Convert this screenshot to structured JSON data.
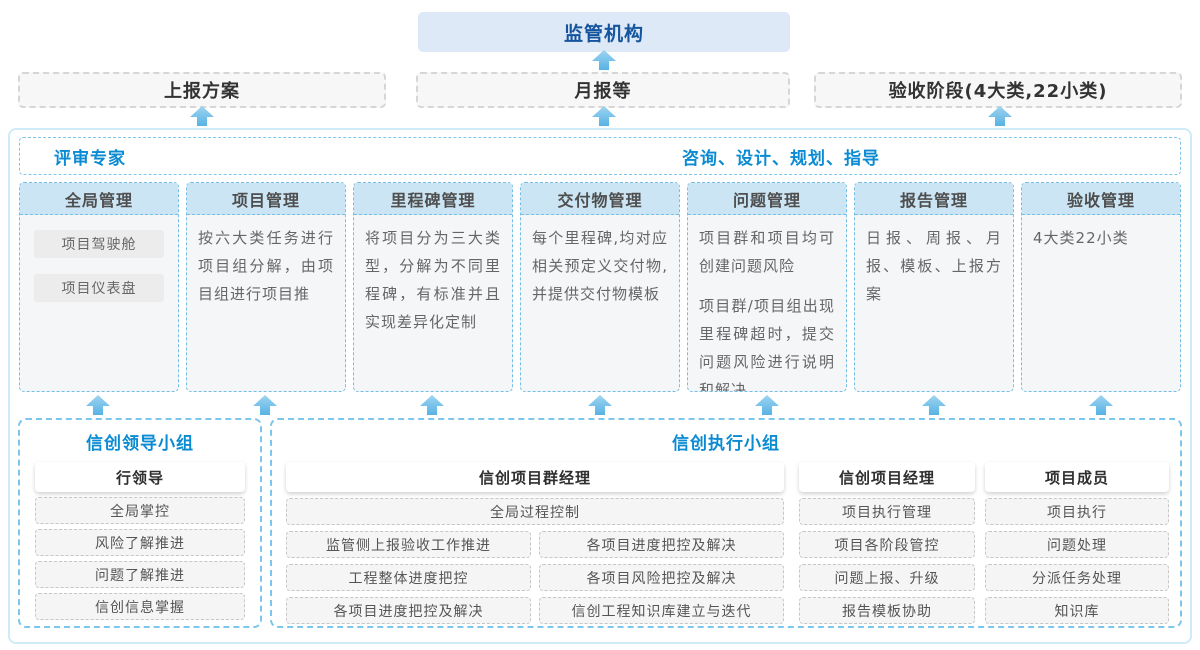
{
  "top": {
    "regulator": "监管机构",
    "channels": [
      "上报方案",
      "月报等",
      "验收阶段(4大类,22小类)"
    ]
  },
  "main": {
    "left_role": "评审专家",
    "right_role": "咨询、设计、规划、指导",
    "columns": [
      {
        "title": "全局管理",
        "pills": [
          "项目驾驶舱",
          "项目仪表盘"
        ]
      },
      {
        "title": "项目管理",
        "paragraphs": [
          "按六大类任务进行项目组分解，由项目组进行项目推"
        ]
      },
      {
        "title": "里程碑管理",
        "paragraphs": [
          "将项目分为三大类型，分解为不同里程碑，有标准并且实现差异化定制"
        ]
      },
      {
        "title": "交付物管理",
        "paragraphs": [
          "每个里程碑,均对应相关预定义交付物,并提供交付物模板"
        ]
      },
      {
        "title": "问题管理",
        "paragraphs": [
          "项目群和项目均可创建问题风险",
          "项目群/项目组出现里程碑超时，提交问题风险进行说明和解决"
        ]
      },
      {
        "title": "报告管理",
        "paragraphs": [
          "日报、周报、月报、模板、上报方案"
        ]
      },
      {
        "title": "验收管理",
        "paragraphs": [
          "4大类22小类"
        ]
      }
    ]
  },
  "bottom": {
    "leader_group": {
      "title": "信创领导小组",
      "role": "行领导",
      "items": [
        "全局掌控",
        "风险了解推进",
        "问题了解推进",
        "信创信息掌握"
      ]
    },
    "exec_group": {
      "title": "信创执行小组",
      "program_manager": {
        "role": "信创项目群经理",
        "full_item": "全局过程控制",
        "left_items": [
          "监管侧上报验收工作推进",
          "工程整体进度把控",
          "各项目进度把控及解决"
        ],
        "right_items": [
          "各项目进度把控及解决",
          "各项目风险把控及解决",
          "信创工程知识库建立与迭代"
        ]
      },
      "project_manager": {
        "role": "信创项目经理",
        "items": [
          "项目执行管理",
          "项目各阶段管控",
          "问题上报、升级",
          "报告模板协助"
        ]
      },
      "member": {
        "role": "项目成员",
        "items": [
          "项目执行",
          "问题处理",
          "分派任务处理",
          "知识库"
        ]
      }
    }
  },
  "colors": {
    "accent_blue": "#0b8bd3",
    "regulator_blue": "#15549f",
    "arrow_blue": "#58b2e4",
    "dashed_blue": "#7cc5ec",
    "column_header_bg": "#cbe5f4"
  }
}
